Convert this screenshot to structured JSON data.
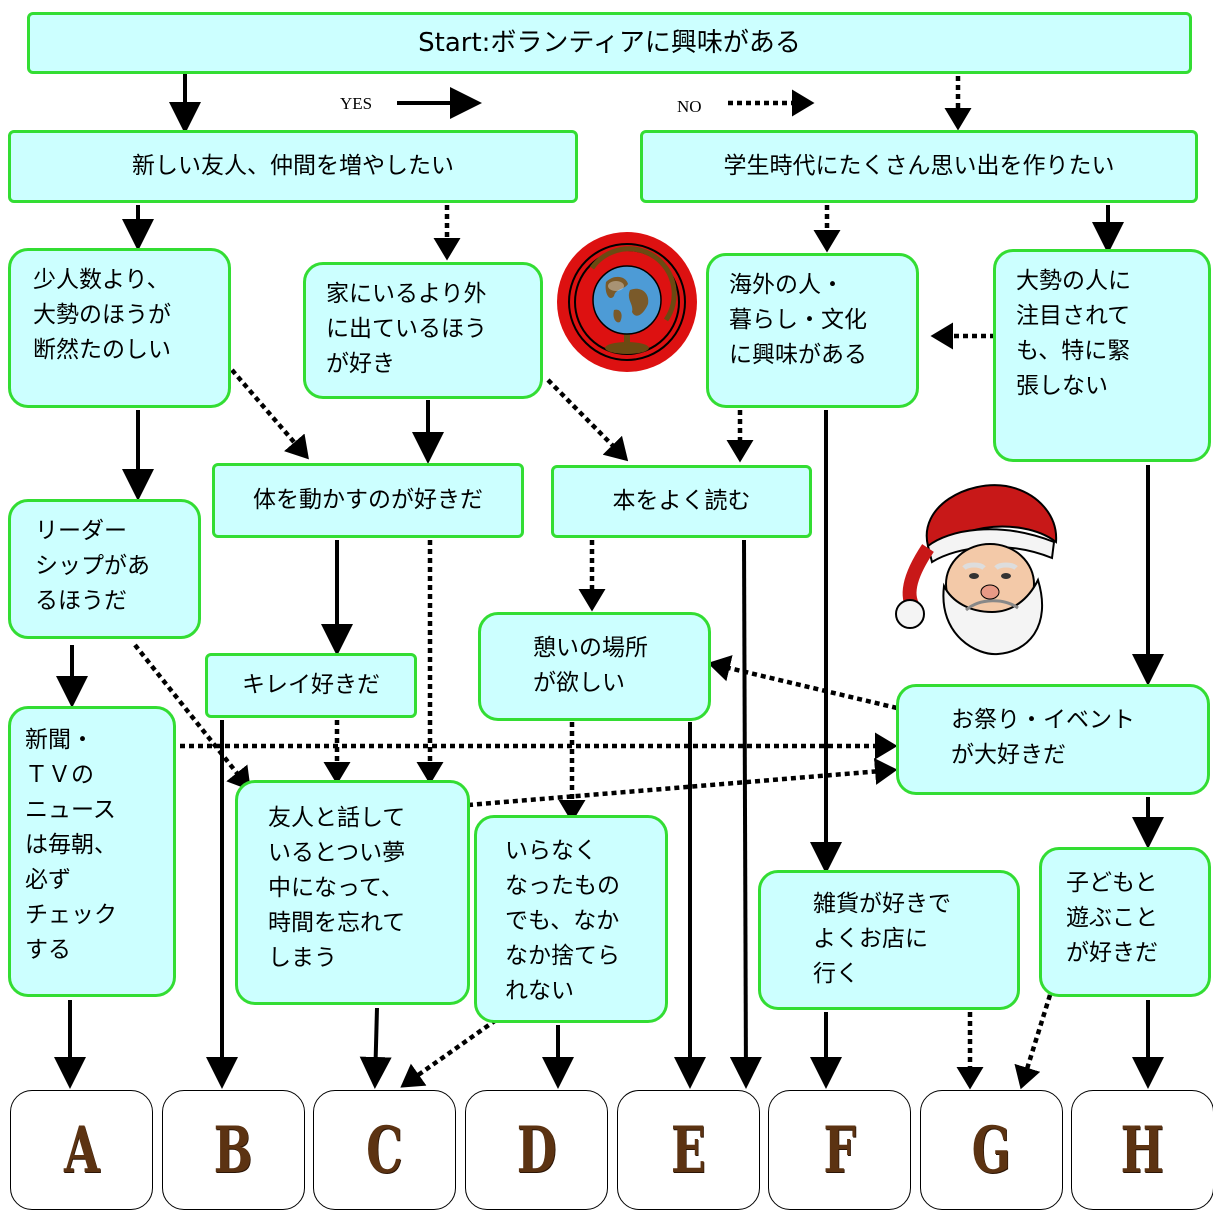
{
  "start": "Start:ボランティアに興味がある",
  "legend": {
    "yes": "YES",
    "no": "NO"
  },
  "nodes": {
    "friends": "新しい友人、仲間を増やしたい",
    "memories": "学生時代にたくさん思い出を作りたい",
    "crowd": "少人数より、\n大勢のほうが\n断然たのしい",
    "outside": "家にいるより外\nに出ているほう\nが好き",
    "overseas": "海外の人・\n暮らし・文化\nに興味がある",
    "attention": "大勢の人に\n注目されて\nも、特に緊\n張しない",
    "body": "体を動かすのが好きだ",
    "books": "本をよく読む",
    "leader": "リーダー\nシップがあ\nるほうだ",
    "clean": "キレイ好きだ",
    "rest": "憩いの場所\nが欲しい",
    "festival": "お祭り・イベント\nが大好きだ",
    "news": "新聞・\nＴＶの\nニュース\nは毎朝、\n必ず\nチェック\nする",
    "talk": "友人と話して\nいるとつい夢\n中になって、\n時間を忘れて\nしまう",
    "keep": "いらなく\nなったもの\nでも、なか\nなか捨てら\nれない",
    "goods": "雑貨が好きで\nよくお店に\n行く",
    "children": "子どもと\n遊ぶこと\nが好きだ"
  },
  "results": [
    "A",
    "B",
    "C",
    "D",
    "E",
    "F",
    "G",
    "H"
  ],
  "images": {
    "globe": "globe-icon",
    "santa": "santa-icon"
  },
  "colors": {
    "node_fill": "#ccffff",
    "node_border": "#33dd33",
    "result_letter": "#5c3312",
    "globe_ring": "#dd1111"
  }
}
